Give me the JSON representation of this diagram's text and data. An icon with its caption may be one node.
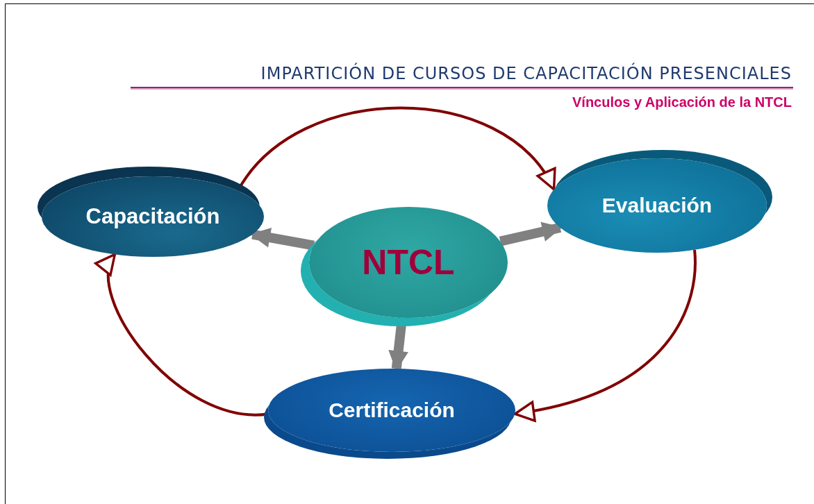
{
  "diagram": {
    "title": "IMPARTICIÓN DE CURSOS DE CAPACITACIÓN PRESENCIALES",
    "nodes": [
      {
        "text": [
          "Capacitación"
        ]
      },
      {
        "text": [
          "NTCL"
        ]
      },
      {
        "text": [
          "Evaluación"
        ]
      },
      {
        "text": [
          "Certificación"
        ]
      }
    ],
    "edges": [
      {
        "from": 1,
        "to": 0,
        "arrow": "to",
        "style": "thick",
        "color": "#808080"
      },
      {
        "from": 1,
        "to": 2,
        "arrow": "to",
        "style": "thick",
        "color": "#808080"
      },
      {
        "from": 1,
        "to": 3,
        "arrow": "to",
        "style": "thick",
        "color": "#808080"
      },
      {
        "from": 0,
        "to": 2,
        "arrow": "to",
        "color": "#800000"
      },
      {
        "from": 2,
        "to": 3,
        "arrow": "to",
        "color": "#800000"
      },
      {
        "from": 3,
        "to": 0,
        "arrow": "to",
        "color": "#800000"
      }
    ],
    "labels": [
      "Vínculos y Aplicación de la NTCL"
    ]
  }
}
